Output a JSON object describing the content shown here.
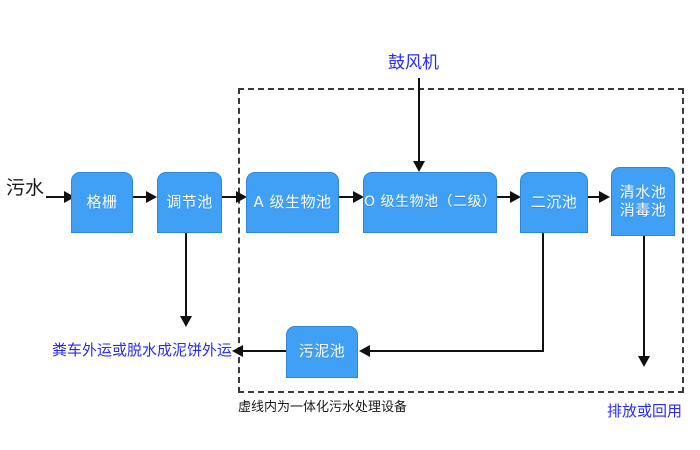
{
  "diagram": {
    "title_note": "虚线内为一体化污水处理设备",
    "blower_label": "鼓风机",
    "inlet_label": "污水",
    "sludge_outlet_label": "粪车外运或脱水成泥饼外运",
    "discharge_label": "排放或回用",
    "accent_color": "#3fa0f5",
    "blue_text_color": "#2b2bf0",
    "line_color": "#111111",
    "boxes": [
      {
        "id": "grille",
        "label": "格栅",
        "line2": ""
      },
      {
        "id": "adjust",
        "label": "调节池",
        "line2": ""
      },
      {
        "id": "a-stage",
        "label": "A 级生物池",
        "line2": ""
      },
      {
        "id": "o-stage",
        "label": "O 级生物池（二级）",
        "line2": ""
      },
      {
        "id": "secondary",
        "label": "二沉池",
        "line2": ""
      },
      {
        "id": "clearwater",
        "label": "清水池",
        "line2": "消毒池"
      },
      {
        "id": "sludge",
        "label": "污泥池",
        "line2": ""
      }
    ]
  }
}
